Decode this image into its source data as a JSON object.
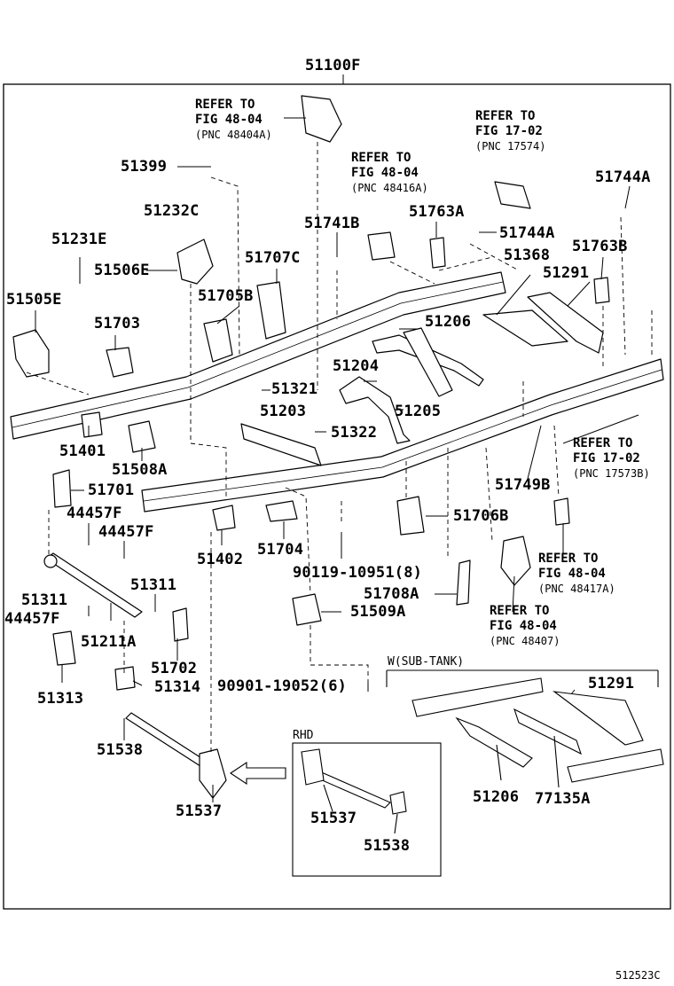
{
  "main_label": "51100F",
  "footer_code": "512523C",
  "sections": {
    "sub_tank": "W(SUB-TANK)",
    "rhd": "RHD"
  },
  "refer_notes": [
    {
      "line1": "REFER TO",
      "line2": "FIG 48-04",
      "pnc": "(PNC 48404A)"
    },
    {
      "line1": "REFER TO",
      "line2": "FIG 17-02",
      "pnc": "(PNC 17574)"
    },
    {
      "line1": "REFER TO",
      "line2": "FIG 48-04",
      "pnc": "(PNC 48416A)"
    },
    {
      "line1": "REFER TO",
      "line2": "FIG 17-02",
      "pnc": "(PNC 17573B)"
    },
    {
      "line1": "REFER TO",
      "line2": "FIG 48-04",
      "pnc": "(PNC 48417A)"
    },
    {
      "line1": "REFER TO",
      "line2": "FIG 48-04",
      "pnc": "(PNC 48407)"
    }
  ],
  "parts": [
    "51399",
    "51232C",
    "51231E",
    "51506E",
    "51505E",
    "51703",
    "51705B",
    "51707C",
    "51741B",
    "51763A",
    "51744A",
    "51744A",
    "51763B",
    "51368",
    "51291",
    "51206",
    "51204",
    "51321",
    "51205",
    "51203",
    "51322",
    "51401",
    "51508A",
    "51701",
    "44457F",
    "44457F",
    "51311",
    "51311",
    "44457F",
    "51211A",
    "51313",
    "51702",
    "51314",
    "51538",
    "51537",
    "51402",
    "51704",
    "90119-10951(8)",
    "51706B",
    "51708A",
    "51509A",
    "90901-19052(6)",
    "51749B",
    "51291",
    "51206",
    "77135A",
    "51537",
    "51538"
  ]
}
